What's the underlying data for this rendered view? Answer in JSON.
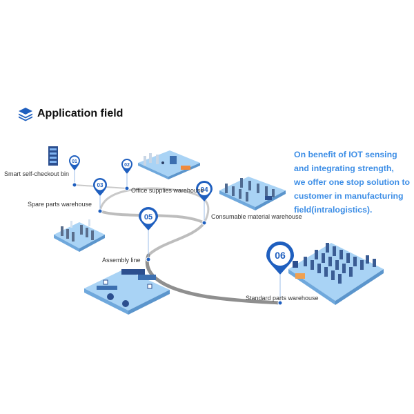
{
  "header": {
    "title": "Application field",
    "icon": "layers-icon"
  },
  "blurb": {
    "lines": [
      "On benefit of IOT sensing",
      "and integrating strength,",
      "we offer one stop solution to",
      "customer in manufacturing",
      "field(intralogistics)."
    ]
  },
  "colors": {
    "accent_text": "#3d8ee6",
    "pin_blue": "#1f5fbf",
    "floor_blue": "#a9d3f5",
    "path_gray": "#9a9a9a"
  },
  "stations": [
    {
      "num": "01",
      "label": "Smart self-checkout bin"
    },
    {
      "num": "02",
      "label": "Office supplies warehouse"
    },
    {
      "num": "03",
      "label": "Spare parts warehouse"
    },
    {
      "num": "04",
      "label": "Consumable material warehouse"
    },
    {
      "num": "05",
      "label": "Assembly line"
    },
    {
      "num": "06",
      "label": "Standard parts warehouse"
    }
  ]
}
